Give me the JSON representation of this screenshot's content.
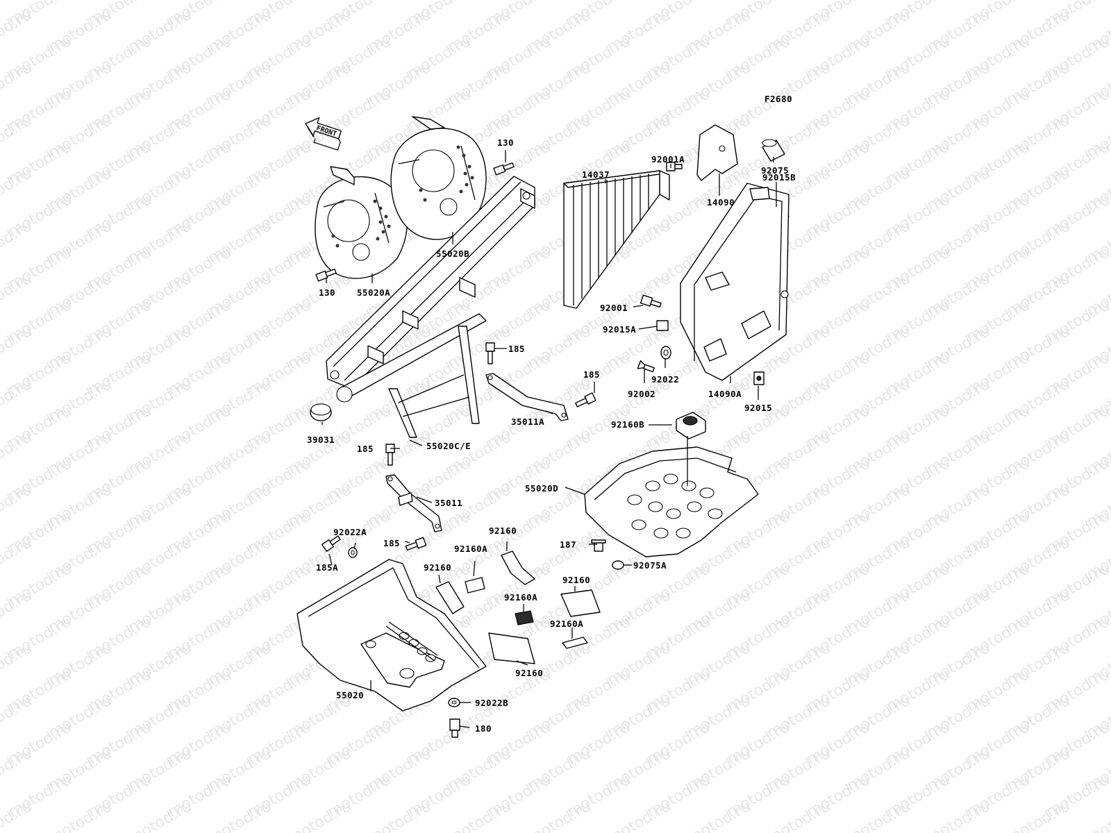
{
  "watermark": "motod.ru",
  "figure_code": "F2680",
  "front_arrow_label": "FRONT",
  "labels": {
    "p130_top": "130",
    "p130_bottom": "130",
    "p55020A": "55020A",
    "p55020B": "55020B",
    "p14037": "14037",
    "p92001A": "92001A",
    "p14090": "14090",
    "p92075": "92075",
    "p92015B": "92015B",
    "p92001": "92001",
    "p92015A": "92015A",
    "p92022": "92022",
    "p92002": "92002",
    "p14090A": "14090A",
    "p92015": "92015",
    "p185_a": "185",
    "p185_b": "185",
    "p185_c": "185",
    "p185_d": "185",
    "p35011A": "35011A",
    "p39031": "39031",
    "p55020CE": "55020C/E",
    "p92160B": "92160B",
    "p55020D": "55020D",
    "p35011": "35011",
    "p92022A": "92022A",
    "p185A": "185A",
    "p92160_a": "92160",
    "p92160A_a": "92160A",
    "p92160_b": "92160",
    "p187": "187",
    "p92075A": "92075A",
    "p92160_c": "92160",
    "p92160A_b": "92160A",
    "p92160A_c": "92160A",
    "p92160_d": "92160",
    "p55020": "55020",
    "p92022B": "92022B",
    "p180": "180"
  }
}
